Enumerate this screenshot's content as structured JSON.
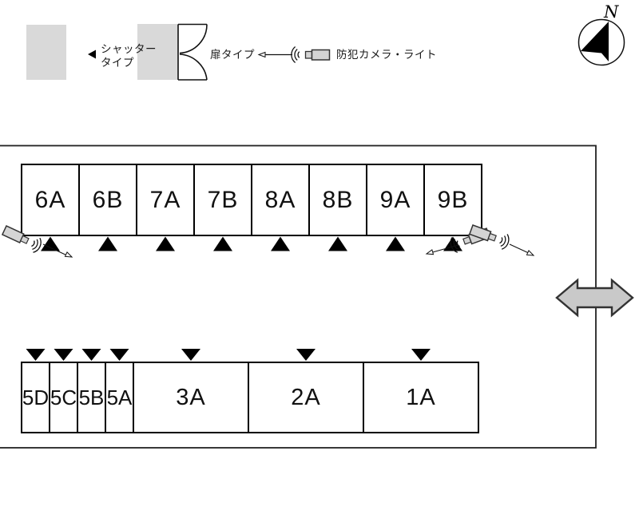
{
  "legend": {
    "shutter": {
      "label": "シャッター\nタイプ"
    },
    "door": {
      "label": "扉タイプ"
    },
    "camera": {
      "label": "防犯カメラ・ライト"
    }
  },
  "compass": {
    "label": "N"
  },
  "floorplan": {
    "top_row": {
      "units": [
        "6A",
        "6B",
        "7A",
        "7B",
        "8A",
        "8B",
        "9A",
        "9B"
      ]
    },
    "bottom_row": {
      "narrow_units": [
        "5D",
        "5C",
        "5B",
        "5A"
      ],
      "wide_units": [
        "3A",
        "2A",
        "1A"
      ]
    }
  },
  "colors": {
    "swatch_gray": "#d9d9d9",
    "camera_gray": "#d4d4d4",
    "entrance_arrow_gray": "#c9c9c9",
    "line_black": "#111111"
  }
}
